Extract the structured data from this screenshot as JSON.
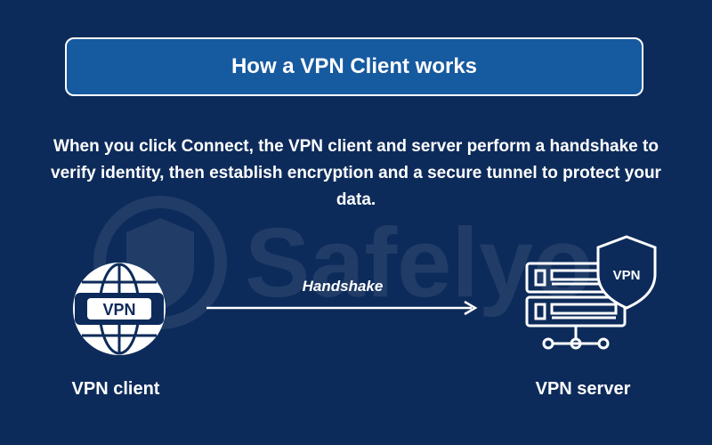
{
  "title": "How a VPN Client works",
  "description": "When you click Connect, the VPN client and server perform a handshake to verify identity, then establish encryption and a secure tunnel to protect your data.",
  "client": {
    "label": "VPN client",
    "icon_text": "VPN"
  },
  "server": {
    "label": "VPN server",
    "badge_text": "VPN"
  },
  "arrow": {
    "label": "Handshake"
  },
  "watermark": {
    "text": "Safelyo"
  },
  "colors": {
    "background": "#0d2b5a",
    "title_box": "#165aa0",
    "foreground": "#ffffff"
  }
}
